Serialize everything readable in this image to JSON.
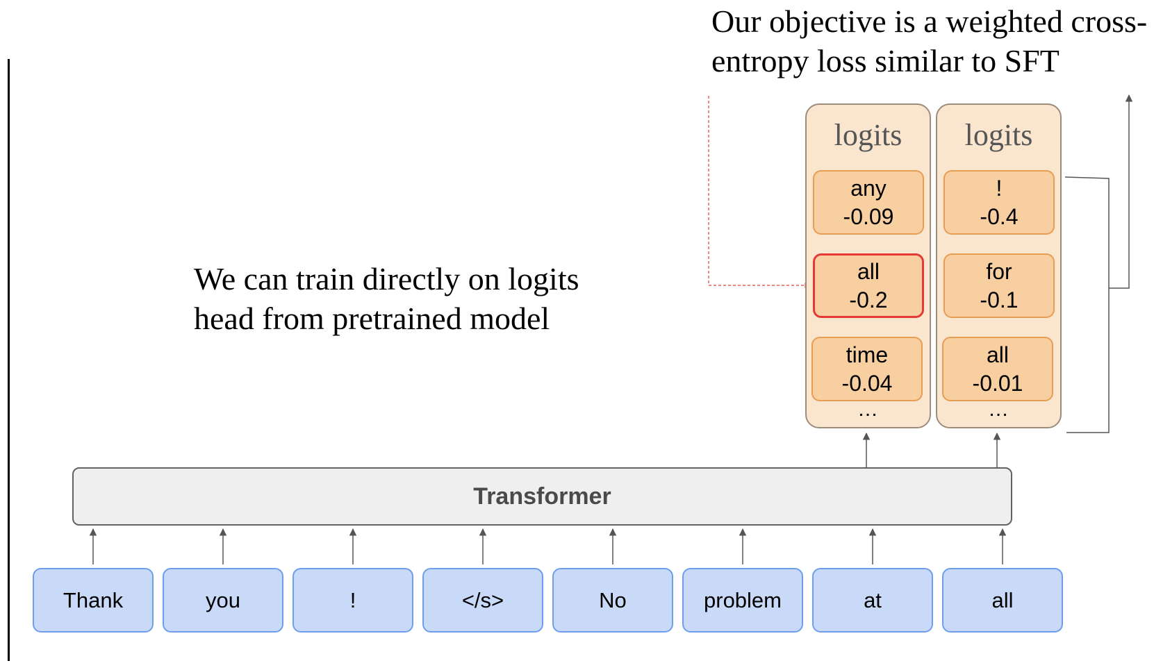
{
  "annotations": {
    "objective": "Our objective is a weighted cross-entropy loss similar to SFT",
    "train_note": "We can train directly on logits head from pretrained model"
  },
  "transformer": {
    "label": "Transformer"
  },
  "tokens": [
    "Thank",
    "you",
    "!",
    "</s>",
    "No",
    "problem",
    "at",
    "all"
  ],
  "logit_panels": [
    {
      "label": "logits",
      "cells": [
        {
          "token": "any",
          "value": "-0.09"
        },
        {
          "token": "all",
          "value": "-0.2"
        },
        {
          "token": "time",
          "value": "-0.04"
        }
      ],
      "ellipsis": "…"
    },
    {
      "label": "logits",
      "cells": [
        {
          "token": "!",
          "value": "-0.4"
        },
        {
          "token": "for",
          "value": "-0.1"
        },
        {
          "token": "all",
          "value": "-0.01"
        }
      ],
      "ellipsis": "…"
    }
  ],
  "highlight": {
    "panel": 0,
    "cell": 1,
    "color": "#e53935"
  },
  "colors": {
    "token_fill": "#c9daf8",
    "token_border": "#6d9eeb",
    "panel_fill": "#fae5cf",
    "cell_fill": "#f8cfa1",
    "cell_border": "#e69d54",
    "transformer_fill": "#efefef"
  }
}
